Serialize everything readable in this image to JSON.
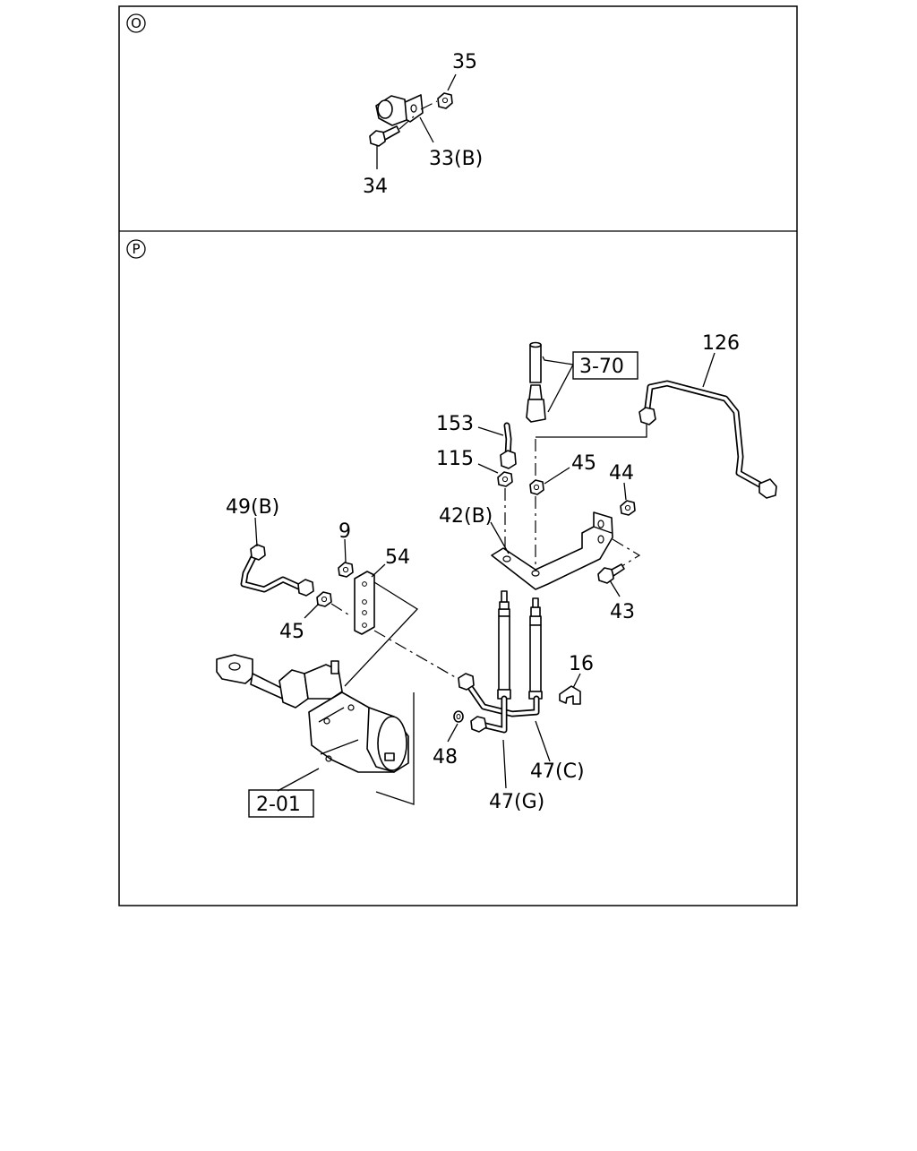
{
  "sections": [
    {
      "marker": "O"
    },
    {
      "marker": "P"
    }
  ],
  "callouts": {
    "c35": "35",
    "c33b": "33(B)",
    "c34": "34",
    "c126": "126",
    "c370": "3-70",
    "c153": "153",
    "c115": "115",
    "c45a": "45",
    "c44": "44",
    "c42b": "42(B)",
    "c49b": "49(B)",
    "c9": "9",
    "c54": "54",
    "c45b": "45",
    "c43": "43",
    "c16": "16",
    "c48": "48",
    "c47c": "47(C)",
    "c47g": "47(G)",
    "c201": "2-01"
  }
}
